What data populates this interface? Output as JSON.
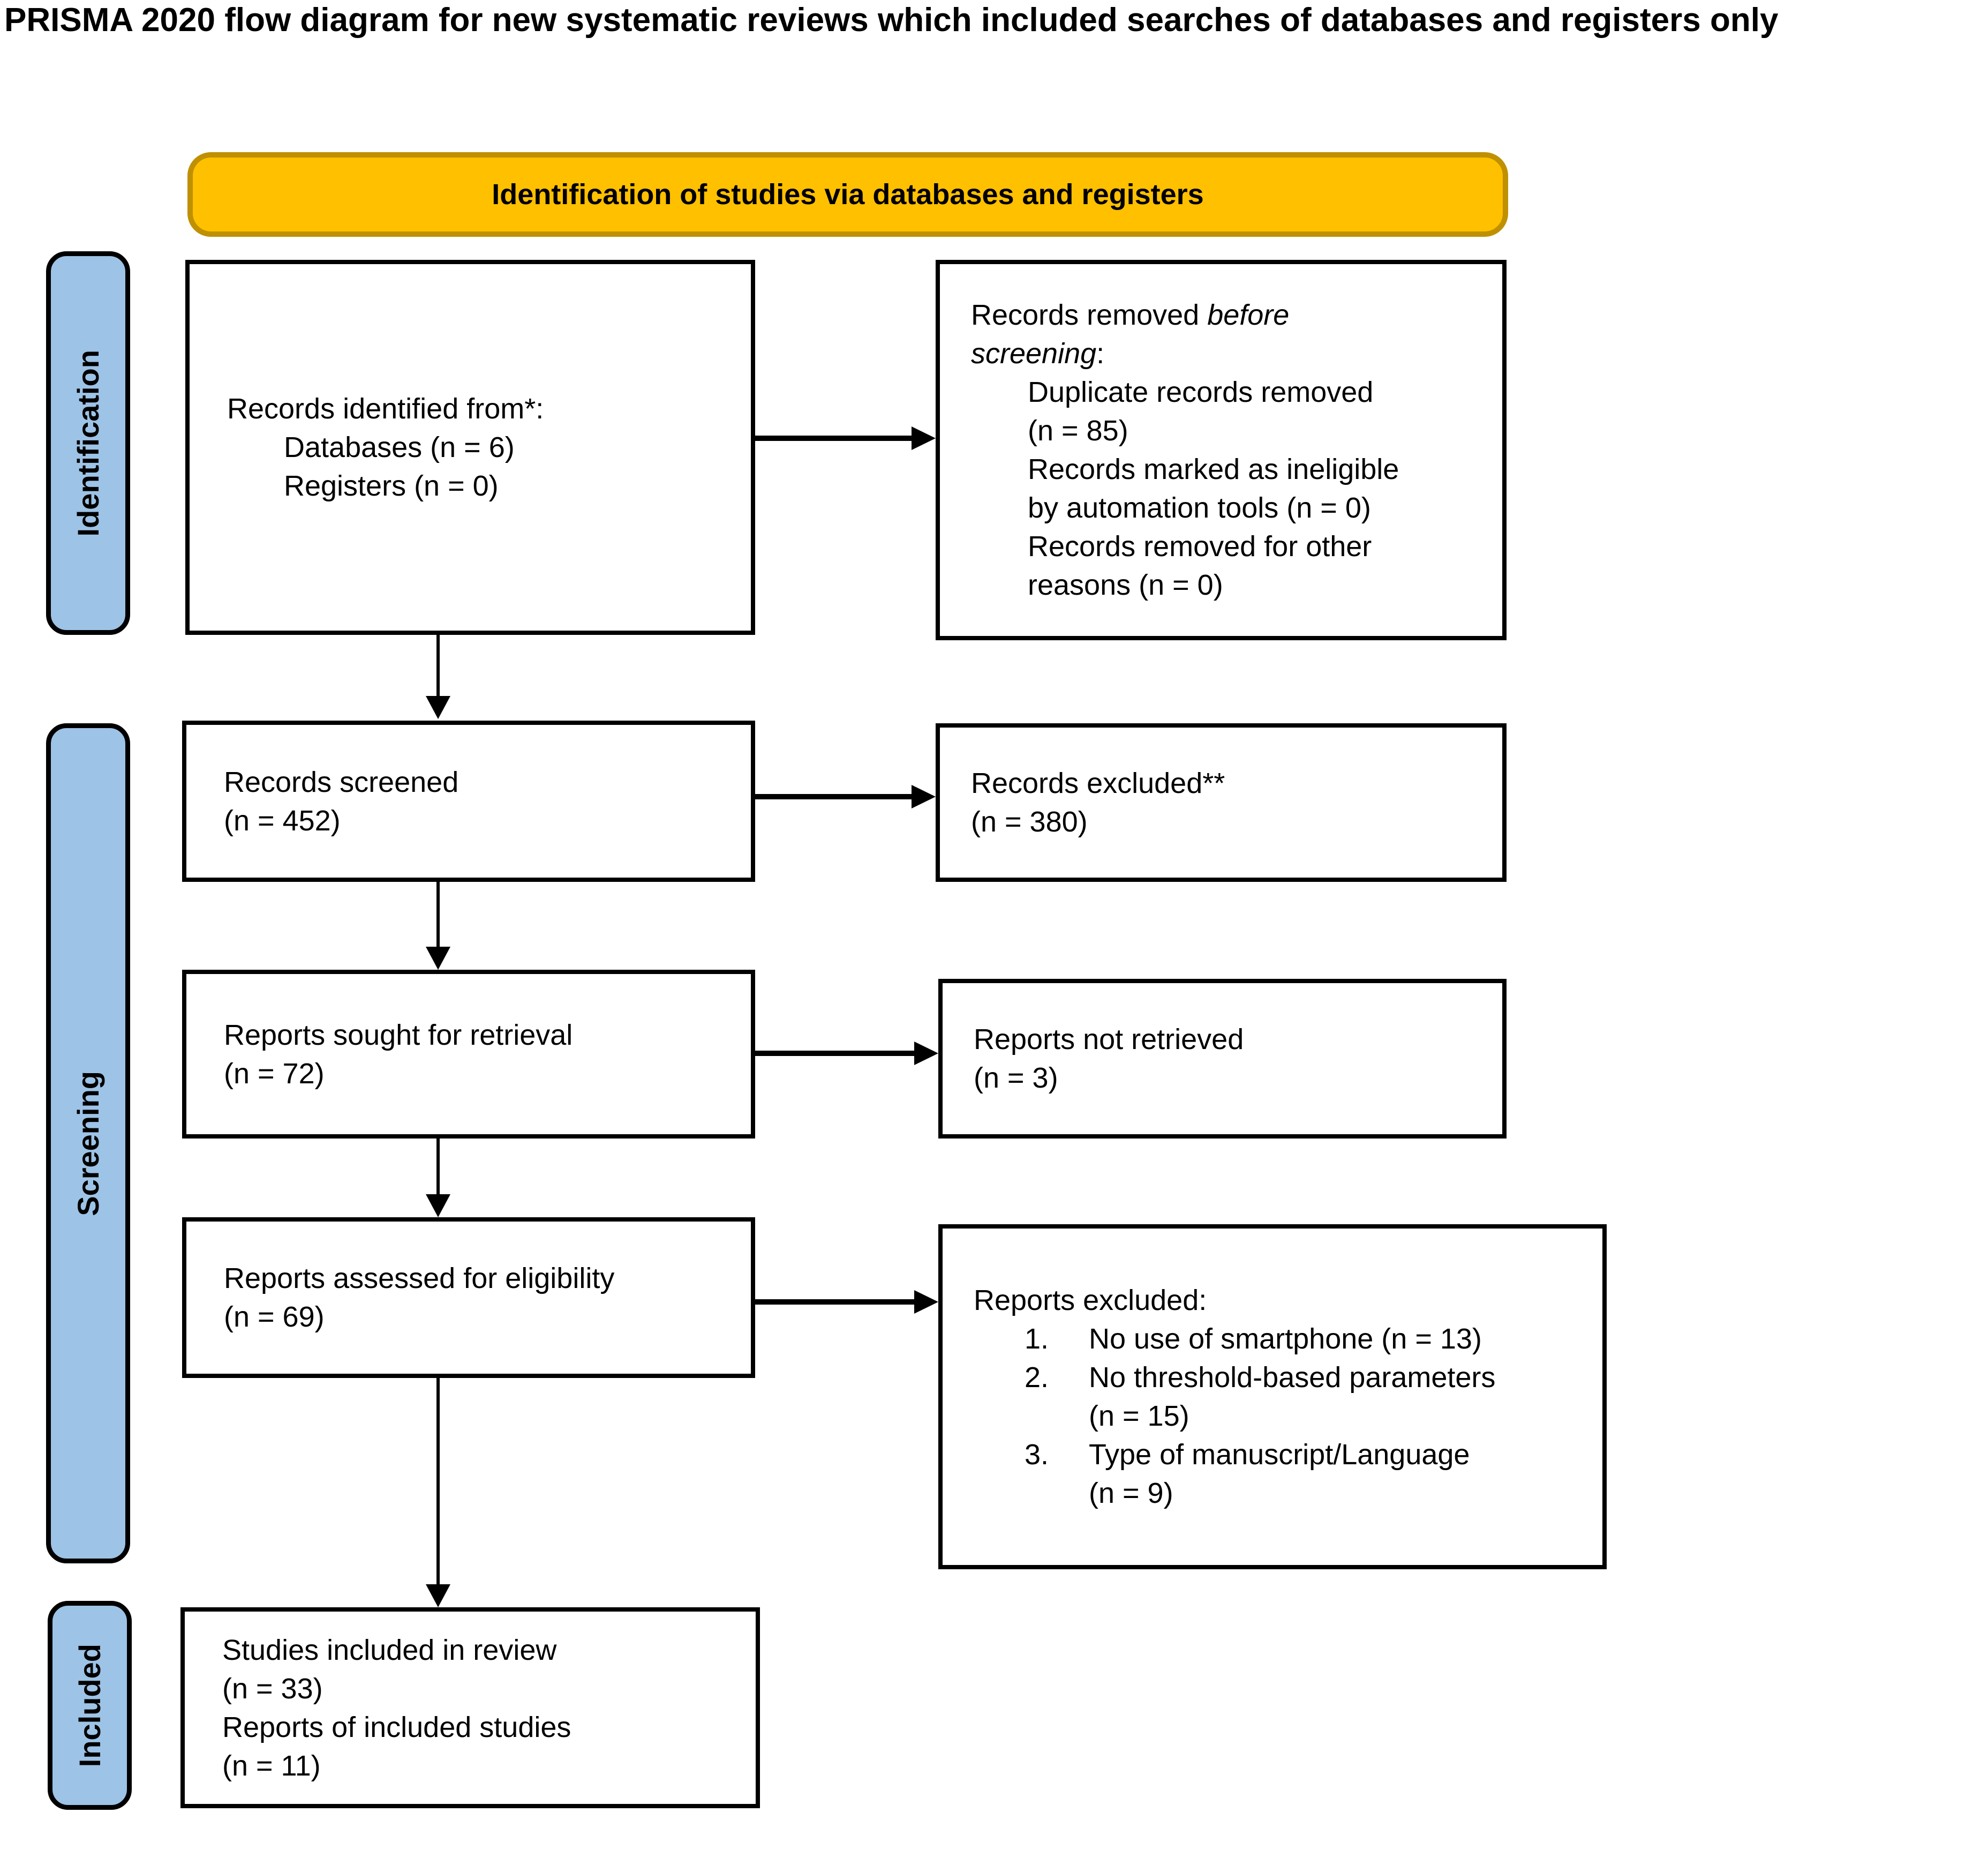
{
  "title": "PRISMA 2020 flow diagram for new systematic reviews which included searches of databases and registers only",
  "banner": {
    "label": "Identification of studies via databases and registers"
  },
  "stage_labels": {
    "identification": "Identification",
    "screening": "Screening",
    "included": "Included"
  },
  "boxes": {
    "records_identified": {
      "line1": "Records identified from*:",
      "sub": [
        "Databases (n = 6)",
        "Registers (n = 0)"
      ]
    },
    "records_removed": {
      "line1_prefix": "Records removed ",
      "line1_italic": "before",
      "line2_italic": "screening",
      "line2_suffix": ":",
      "sub": [
        "Duplicate records removed",
        "(n = 85)",
        "Records marked as ineligible",
        "by automation tools (n = 0)",
        "Records removed for other",
        "reasons (n = 0)"
      ]
    },
    "records_screened": {
      "lines": [
        "Records screened",
        "(n = 452)"
      ]
    },
    "records_excluded": {
      "lines": [
        "Records excluded**",
        "(n = 380)"
      ]
    },
    "reports_sought": {
      "lines": [
        "Reports sought for retrieval",
        "(n = 72)"
      ]
    },
    "reports_not_retrieved": {
      "lines": [
        "Reports not retrieved",
        "(n = 3)"
      ]
    },
    "reports_assessed": {
      "lines": [
        "Reports assessed for eligibility",
        "(n = 69)"
      ]
    },
    "reports_excluded": {
      "heading": "Reports excluded:",
      "items": [
        {
          "num": "1.",
          "lines": [
            "No use of smartphone (n = 13)"
          ]
        },
        {
          "num": "2.",
          "lines": [
            "No threshold-based parameters",
            "(n = 15)"
          ]
        },
        {
          "num": "3.",
          "lines": [
            "Type of manuscript/Language",
            "(n = 9)"
          ]
        }
      ]
    },
    "studies_included": {
      "lines": [
        "Studies included in review",
        "(n = 33)",
        "Reports of included studies",
        "(n = 11)"
      ]
    }
  },
  "colors": {
    "banner_fill": "#FFC000",
    "banner_border": "#BF9000",
    "stage_fill": "#9DC3E6",
    "line_color": "#000000",
    "box_background": "#FFFFFF"
  }
}
